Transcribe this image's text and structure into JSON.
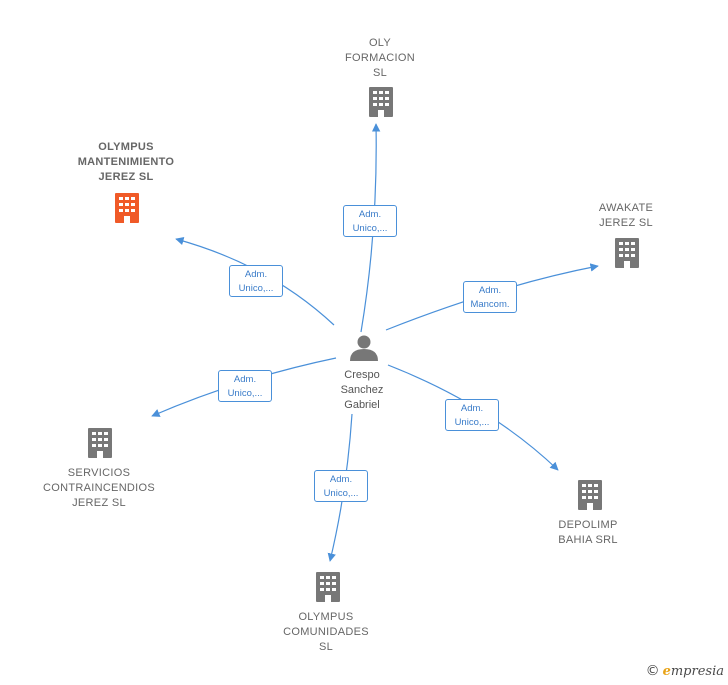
{
  "colors": {
    "edge": "#4a90d9",
    "building": "#777777",
    "building_highlight": "#f05a28",
    "person": "#777777"
  },
  "center": {
    "name": "Crespo\nSanchez\nGabriel",
    "icon": "person-icon"
  },
  "companies": [
    {
      "id": "oly-formacion",
      "name": "OLY\nFORMACION\nSL",
      "icon": "building-icon",
      "highlight": false
    },
    {
      "id": "olympus-mantenimiento",
      "name": "OLYMPUS\nMANTENIMIENTO\nJEREZ  SL",
      "icon": "building-icon",
      "highlight": true
    },
    {
      "id": "awakate",
      "name": "AWAKATE\nJEREZ  SL",
      "icon": "building-icon",
      "highlight": false
    },
    {
      "id": "servicios-contraincendios",
      "name": "SERVICIOS\nCONTRAINCENDIOS\nJEREZ  SL",
      "icon": "building-icon",
      "highlight": false
    },
    {
      "id": "depolimp",
      "name": "DEPOLIMP\nBAHIA SRL",
      "icon": "building-icon",
      "highlight": false
    },
    {
      "id": "olympus-comunidades",
      "name": "OLYMPUS\nCOMUNIDADES\nSL",
      "icon": "building-icon",
      "highlight": false
    }
  ],
  "edges": [
    {
      "target": "oly-formacion",
      "label": "Adm.\nUnico,..."
    },
    {
      "target": "olympus-mantenimiento",
      "label": "Adm.\nUnico,..."
    },
    {
      "target": "awakate",
      "label": "Adm.\nMancom."
    },
    {
      "target": "servicios-contraincendios",
      "label": "Adm.\nUnico,..."
    },
    {
      "target": "depolimp",
      "label": "Adm.\nUnico,..."
    },
    {
      "target": "olympus-comunidades",
      "label": "Adm.\nUnico,..."
    }
  ],
  "watermark": {
    "copyright": "©",
    "brand_initial": "e",
    "brand_rest": "mpresia"
  }
}
